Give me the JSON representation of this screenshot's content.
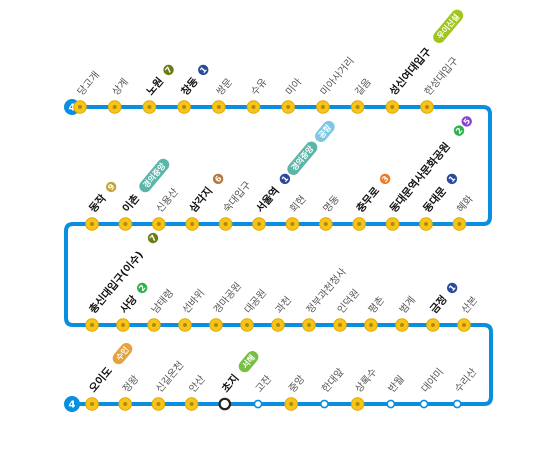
{
  "line": {
    "number": "4",
    "color": "#0a8fe0"
  },
  "colors": {
    "station_fill": "#f7c519",
    "station_dot": "#b8860b",
    "line1": "#7a9b1c",
    "line2": "#2bb34a",
    "line3": "#ee7b22",
    "line4": "#0a8fe0",
    "line5": "#6c4fb5",
    "line6": "#9b6a1d",
    "line7": "#6d7c12",
    "ui_line": "#9fc51e",
    "gyeongui": "#5bb6a8",
    "airport": "#7ec8e3",
    "suin": "#e6a23b",
    "seohae": "#76c043"
  },
  "rows": [
    {
      "stations": [
        {
          "name": "당고개",
          "bold": false,
          "transfers": [],
          "pills": []
        },
        {
          "name": "상계",
          "bold": false,
          "transfers": [],
          "pills": []
        },
        {
          "name": "노원",
          "bold": true,
          "transfers": [
            {
              "t": "7",
              "c": "#6d7c12"
            }
          ],
          "pills": []
        },
        {
          "name": "창동",
          "bold": true,
          "transfers": [
            {
              "t": "1",
              "c": "#2a4a9e"
            }
          ],
          "pills": []
        },
        {
          "name": "쌍문",
          "bold": false,
          "transfers": [],
          "pills": []
        },
        {
          "name": "수유",
          "bold": false,
          "transfers": [],
          "pills": []
        },
        {
          "name": "미아",
          "bold": false,
          "transfers": [],
          "pills": []
        },
        {
          "name": "미아사거리",
          "bold": false,
          "transfers": [],
          "pills": []
        },
        {
          "name": "길음",
          "bold": false,
          "transfers": [],
          "pills": []
        },
        {
          "name": "성신여대입구",
          "bold": true,
          "transfers": [],
          "pills": [
            {
              "t": "우이신설",
              "c": "#9fc51e"
            }
          ]
        },
        {
          "name": "한성대입구",
          "bold": false,
          "transfers": [],
          "pills": []
        }
      ]
    },
    {
      "stations": [
        {
          "name": "동작",
          "bold": true,
          "transfers": [
            {
              "t": "9",
              "c": "#c6a33e"
            }
          ],
          "pills": []
        },
        {
          "name": "이촌",
          "bold": true,
          "transfers": [],
          "pills": [
            {
              "t": "경의중앙",
              "c": "#5bb6a8"
            }
          ]
        },
        {
          "name": "신용산",
          "bold": false,
          "transfers": [],
          "pills": []
        },
        {
          "name": "삼각지",
          "bold": true,
          "transfers": [
            {
              "t": "6",
              "c": "#b7793a"
            }
          ],
          "pills": []
        },
        {
          "name": "숙대입구",
          "bold": false,
          "transfers": [],
          "pills": []
        },
        {
          "name": "서울역",
          "bold": true,
          "transfers": [
            {
              "t": "1",
              "c": "#2a4a9e"
            }
          ],
          "pills": [
            {
              "t": "경의중앙",
              "c": "#5bb6a8"
            },
            {
              "t": "공항",
              "c": "#7ec8e3"
            }
          ]
        },
        {
          "name": "회현",
          "bold": false,
          "transfers": [],
          "pills": []
        },
        {
          "name": "명동",
          "bold": false,
          "transfers": [],
          "pills": []
        },
        {
          "name": "충무로",
          "bold": true,
          "transfers": [
            {
              "t": "3",
              "c": "#ee7b22"
            }
          ],
          "pills": []
        },
        {
          "name": "동대문역사문화공원",
          "bold": true,
          "transfers": [
            {
              "t": "2",
              "c": "#2bb34a"
            },
            {
              "t": "5",
              "c": "#8a3fd6"
            }
          ],
          "pills": []
        },
        {
          "name": "동대문",
          "bold": true,
          "transfers": [
            {
              "t": "1",
              "c": "#2a4a9e"
            }
          ],
          "pills": []
        },
        {
          "name": "혜화",
          "bold": false,
          "transfers": [],
          "pills": []
        }
      ]
    },
    {
      "stations": [
        {
          "name": "총신대입구(이수)",
          "bold": true,
          "transfers": [
            {
              "t": "7",
              "c": "#6d7c12"
            }
          ],
          "pills": []
        },
        {
          "name": "사당",
          "bold": true,
          "transfers": [
            {
              "t": "2",
              "c": "#2bb34a"
            }
          ],
          "pills": []
        },
        {
          "name": "남태령",
          "bold": false,
          "transfers": [],
          "pills": []
        },
        {
          "name": "선바위",
          "bold": false,
          "transfers": [],
          "pills": []
        },
        {
          "name": "경마공원",
          "bold": false,
          "transfers": [],
          "pills": []
        },
        {
          "name": "대공원",
          "bold": false,
          "transfers": [],
          "pills": []
        },
        {
          "name": "과천",
          "bold": false,
          "transfers": [],
          "pills": []
        },
        {
          "name": "정부과천청사",
          "bold": false,
          "transfers": [],
          "pills": []
        },
        {
          "name": "인덕원",
          "bold": false,
          "transfers": [],
          "pills": []
        },
        {
          "name": "평촌",
          "bold": false,
          "transfers": [],
          "pills": []
        },
        {
          "name": "범계",
          "bold": false,
          "transfers": [],
          "pills": []
        },
        {
          "name": "금정",
          "bold": true,
          "transfers": [
            {
              "t": "1",
              "c": "#2a4a9e"
            }
          ],
          "pills": []
        },
        {
          "name": "산본",
          "bold": false,
          "transfers": [],
          "pills": []
        }
      ]
    },
    {
      "stations": [
        {
          "name": "오이도",
          "bold": true,
          "transfers": [],
          "pills": [
            {
              "t": "수인",
              "c": "#e6a23b"
            }
          ],
          "kind": "major"
        },
        {
          "name": "정왕",
          "bold": false,
          "transfers": [],
          "pills": [],
          "kind": "major"
        },
        {
          "name": "신길온천",
          "bold": false,
          "transfers": [],
          "pills": [],
          "kind": "major"
        },
        {
          "name": "안산",
          "bold": false,
          "transfers": [],
          "pills": [],
          "kind": "major"
        },
        {
          "name": "초지",
          "bold": true,
          "transfers": [],
          "pills": [
            {
              "t": "서해",
              "c": "#76c043"
            }
          ],
          "kind": "current"
        },
        {
          "name": "고잔",
          "bold": false,
          "transfers": [],
          "pills": [],
          "kind": "minor"
        },
        {
          "name": "중앙",
          "bold": false,
          "transfers": [],
          "pills": [],
          "kind": "major"
        },
        {
          "name": "한대앞",
          "bold": false,
          "transfers": [],
          "pills": [],
          "kind": "minor"
        },
        {
          "name": "상록수",
          "bold": false,
          "transfers": [],
          "pills": [],
          "kind": "major"
        },
        {
          "name": "반월",
          "bold": false,
          "transfers": [],
          "pills": [],
          "kind": "minor"
        },
        {
          "name": "대야미",
          "bold": false,
          "transfers": [],
          "pills": [],
          "kind": "minor"
        },
        {
          "name": "수리산",
          "bold": false,
          "transfers": [],
          "pills": [],
          "kind": "minor"
        }
      ]
    }
  ]
}
